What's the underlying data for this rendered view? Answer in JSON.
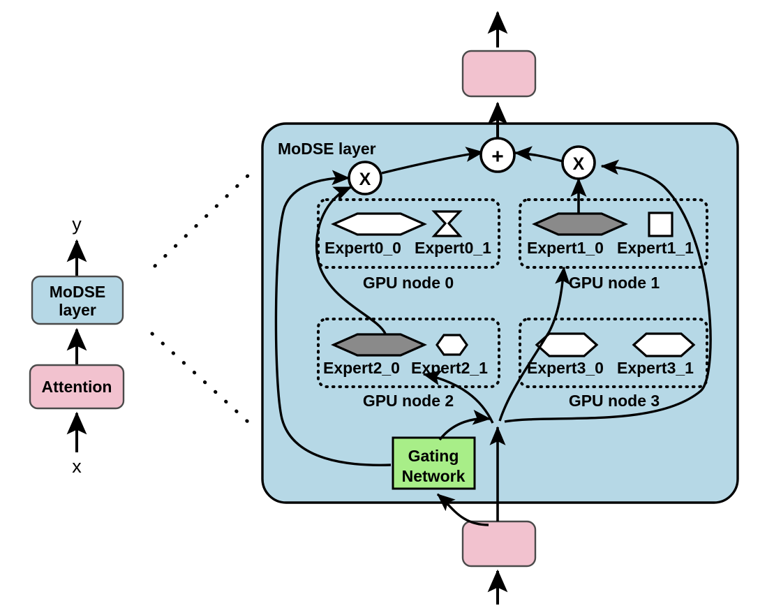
{
  "figure": {
    "type": "architecture-diagram",
    "title_inside_panel": "MoDSE layer"
  },
  "left_stack": {
    "output_label": "y",
    "input_label": "x",
    "blocks": [
      {
        "id": "modse-layer",
        "label_line1": "MoDSE",
        "label_line2": "layer",
        "color": "#B6D8E6"
      },
      {
        "id": "attention",
        "label": "Attention",
        "color": "#F2C2CF"
      }
    ]
  },
  "panel": {
    "label": "MoDSE layer",
    "fill": "#B6D8E6",
    "stroke": "#000000"
  },
  "top_block": {
    "id": "top-pink-block",
    "label": "",
    "color": "#F2C2CF"
  },
  "bottom_block": {
    "id": "bottom-pink-block",
    "label": "",
    "color": "#F2C2CF"
  },
  "gating": {
    "label_line1": "Gating",
    "label_line2": "Network",
    "color": "#A8EE88"
  },
  "operators": [
    {
      "id": "mul-left",
      "symbol": "X"
    },
    {
      "id": "mul-right",
      "symbol": "X"
    },
    {
      "id": "add",
      "symbol": "+"
    }
  ],
  "gpu_nodes": [
    {
      "id": "gpu-node-0",
      "label": "GPU node 0",
      "experts": [
        {
          "name": "Expert0_0",
          "shape": "wide-flat-hexagon",
          "fill": "#FFFFFF",
          "active": false
        },
        {
          "name": "Expert0_1",
          "shape": "hourglass",
          "fill": "#FFFFFF",
          "active": false
        }
      ]
    },
    {
      "id": "gpu-node-1",
      "label": "GPU node 1",
      "experts": [
        {
          "name": "Expert1_0",
          "shape": "wide-flat-hexagon",
          "fill": "#8A8A8A",
          "active": true
        },
        {
          "name": "Expert1_1",
          "shape": "square",
          "fill": "#FFFFFF",
          "active": false
        }
      ]
    },
    {
      "id": "gpu-node-2",
      "label": "GPU node 2",
      "experts": [
        {
          "name": "Expert2_0",
          "shape": "wide-flat-hexagon",
          "fill": "#8A8A8A",
          "active": true
        },
        {
          "name": "Expert2_1",
          "shape": "small-hexagon",
          "fill": "#FFFFFF",
          "active": false
        }
      ]
    },
    {
      "id": "gpu-node-3",
      "label": "GPU node 3",
      "experts": [
        {
          "name": "Expert3_0",
          "shape": "medium-hexagon",
          "fill": "#FFFFFF",
          "active": false
        },
        {
          "name": "Expert3_1",
          "shape": "medium-hexagon",
          "fill": "#FFFFFF",
          "active": false
        }
      ]
    }
  ],
  "colors": {
    "panel_blue": "#B6D8E6",
    "pink": "#F2C2CF",
    "green": "#A8EE88",
    "gray_expert": "#8A8A8A",
    "white_expert": "#FFFFFF",
    "outline": "#000000"
  }
}
